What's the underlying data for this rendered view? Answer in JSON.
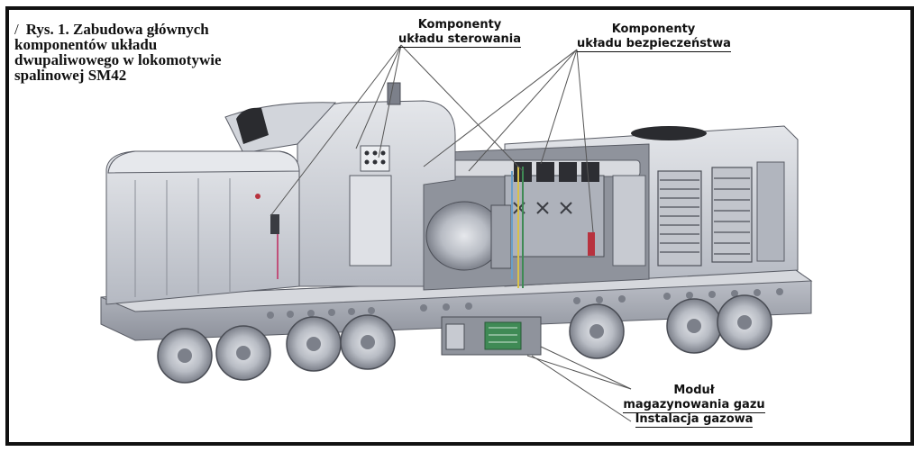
{
  "caption": {
    "prefix": "/",
    "lines": [
      "Rys. 1. Zabudowa głównych",
      "komponentów układu",
      "dwupaliwowego w lokomotywie",
      "spalinowej SM42"
    ]
  },
  "labels": {
    "control": {
      "line1": "Komponenty",
      "line2": "układu sterowania"
    },
    "safety": {
      "line1": "Komponenty",
      "line2": "układu bezpieczeństwa"
    },
    "gas": {
      "line1": "Moduł",
      "line2": "magazynowania gazu",
      "line3": "Instalacja gazowa"
    }
  },
  "colors": {
    "body": "#c9ccd4",
    "body_dark": "#a9adb7",
    "body_light": "#dfe1e6",
    "outline": "#5a5d66",
    "leader": "#555555",
    "accent_pink": "#c0507a",
    "accent_green": "#3f8a55"
  }
}
